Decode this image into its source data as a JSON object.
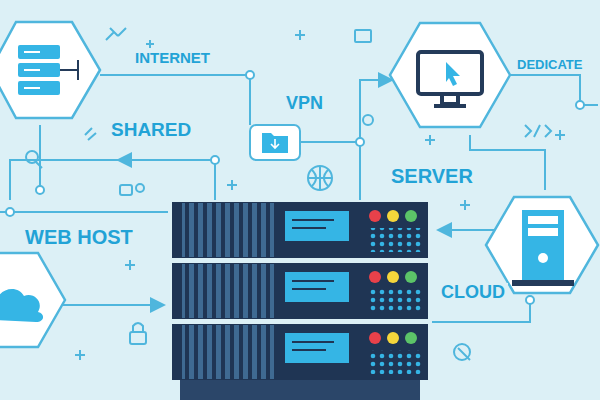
{
  "diagram": {
    "labels": [
      "INTERNET",
      "DEDICATE",
      "VPN",
      "SHARED",
      "SERVER",
      "WEB HOST",
      "CLOUD"
    ]
  }
}
